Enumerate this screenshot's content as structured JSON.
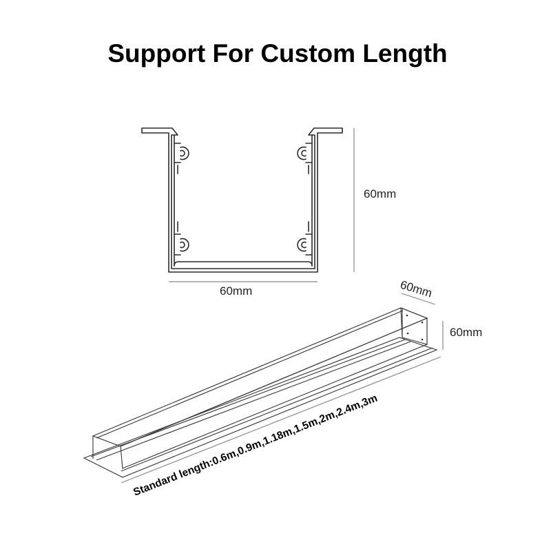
{
  "title": "Support For Custom Length",
  "cross_section": {
    "height_label": "60mm",
    "width_label": "60mm"
  },
  "profile": {
    "depth_label": "60mm",
    "height_label": "60mm",
    "standard_length_label": "Standard length:0.6m,0.9m,1.18m,1.5m,2m,2.4m,3m"
  }
}
